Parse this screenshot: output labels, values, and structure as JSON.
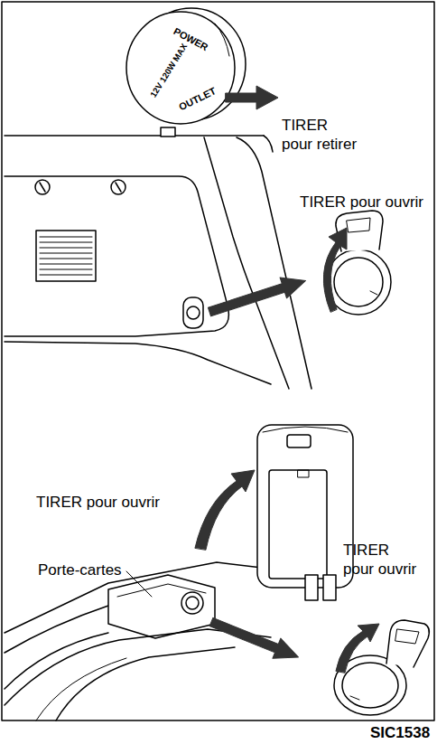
{
  "diagram": {
    "labels": [
      "POWER",
      "12V 120W MAX",
      "OUTLET",
      "TIRER pour retirer",
      "TIRER pour ouvrir",
      "TIRER pour ouvrir",
      "Porte-cartes",
      "TIRER pour ouvrir",
      "SIC1538"
    ]
  }
}
